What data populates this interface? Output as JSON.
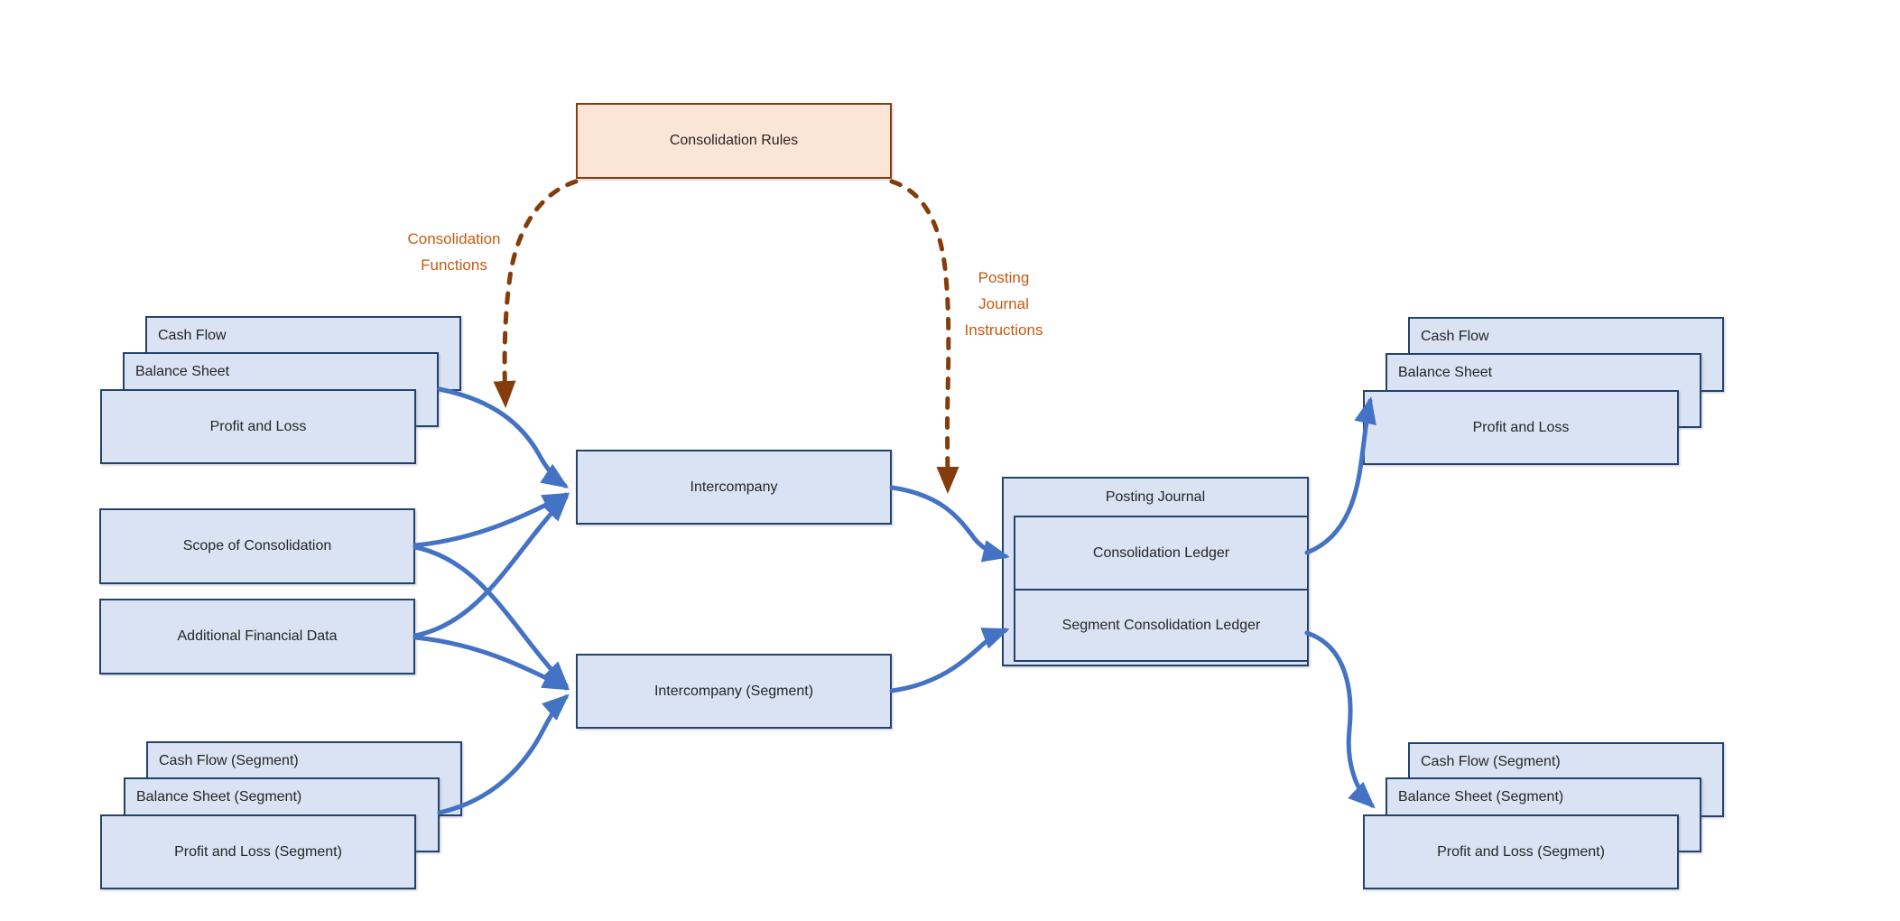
{
  "colors": {
    "background": "#ffffff",
    "box_fill": "#dae3f3",
    "box_border": "#24426b",
    "arrow_blue": "#4472c4",
    "rules_fill": "#fbe5d6",
    "rules_border": "#843c0c",
    "dashed_arrow": "#843c0c",
    "label_orange": "#c55a11",
    "text": "#262626"
  },
  "nodes": {
    "left_stack_top": [
      "Cash Flow",
      "Balance Sheet",
      "Profit and Loss"
    ],
    "scope_of_consolidation": "Scope of Consolidation",
    "additional_financial_data": "Additional Financial Data",
    "left_stack_bottom": [
      "Cash Flow (Segment)",
      "Balance Sheet (Segment)",
      "Profit and Loss (Segment)"
    ],
    "consolidation_rules": "Consolidation Rules",
    "intercompany": "Intercompany",
    "intercompany_segment": "Intercompany (Segment)",
    "posting_journal": "Posting Journal",
    "consolidation_ledger": "Consolidation Ledger",
    "segment_consolidation_ledger": "Segment Consolidation Ledger",
    "right_stack_top": [
      "Cash Flow",
      "Balance Sheet",
      "Profit and Loss"
    ],
    "right_stack_bottom": [
      "Cash Flow (Segment)",
      "Balance Sheet (Segment)",
      "Profit and Loss (Segment)"
    ]
  },
  "annotations": {
    "consolidation_functions": "Consolidation\nFunctions",
    "posting_journal_instructions": "Posting\nJournal\nInstructions"
  },
  "edges": [
    {
      "from": "Consolidation Rules",
      "to": "Intercompany",
      "label": "Consolidation Functions",
      "style": "dashed-brown"
    },
    {
      "from": "Consolidation Rules",
      "to": "Posting Journal",
      "label": "Posting Journal Instructions",
      "style": "dashed-brown"
    },
    {
      "from": "Cash Flow / Balance Sheet / Profit and Loss",
      "to": "Intercompany",
      "style": "solid-blue"
    },
    {
      "from": "Scope of Consolidation",
      "to": "Intercompany",
      "style": "solid-blue"
    },
    {
      "from": "Scope of Consolidation",
      "to": "Intercompany (Segment)",
      "style": "solid-blue"
    },
    {
      "from": "Additional Financial Data",
      "to": "Intercompany",
      "style": "solid-blue"
    },
    {
      "from": "Additional Financial Data",
      "to": "Intercompany (Segment)",
      "style": "solid-blue"
    },
    {
      "from": "Cash Flow (Segment) / Balance Sheet (Segment) / Profit and Loss (Segment)",
      "to": "Intercompany (Segment)",
      "style": "solid-blue"
    },
    {
      "from": "Intercompany",
      "to": "Consolidation Ledger",
      "style": "solid-blue"
    },
    {
      "from": "Intercompany (Segment)",
      "to": "Segment Consolidation Ledger",
      "style": "solid-blue"
    },
    {
      "from": "Consolidation Ledger",
      "to": "Cash Flow / Balance Sheet / Profit and Loss (output)",
      "style": "solid-blue"
    },
    {
      "from": "Segment Consolidation Ledger",
      "to": "Cash Flow (Segment) / Balance Sheet (Segment) / Profit and Loss (Segment) (output)",
      "style": "solid-blue"
    }
  ]
}
